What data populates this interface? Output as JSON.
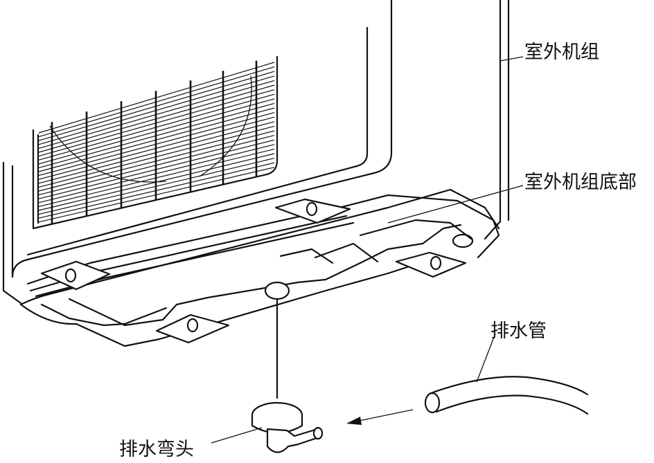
{
  "labels": {
    "unit": "室外机组",
    "unit_bottom": "室外机组底部",
    "drain_pipe": "排水管",
    "drain_elbow": "排水弯头"
  }
}
